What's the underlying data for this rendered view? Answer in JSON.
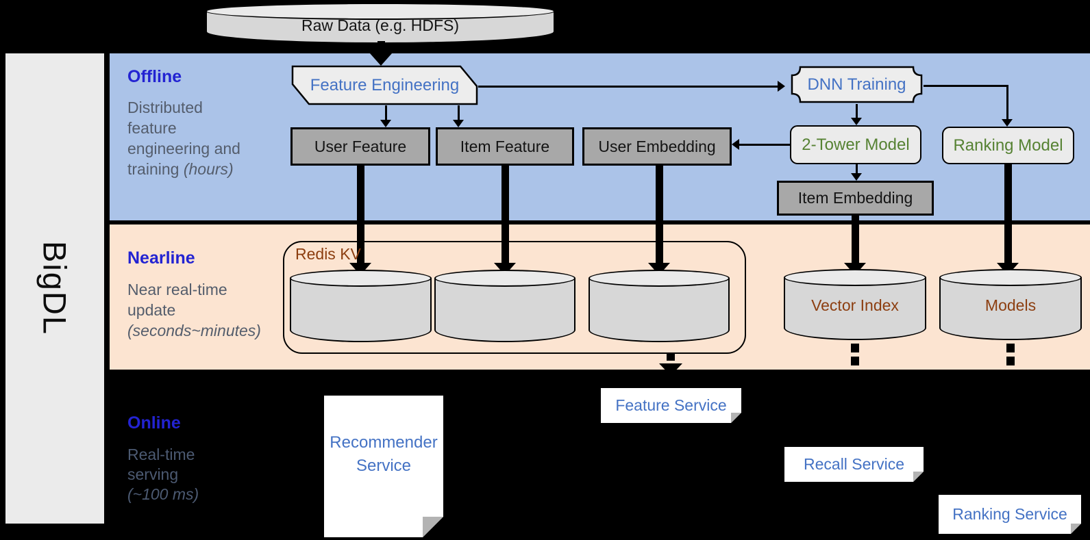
{
  "brand": {
    "label": "BigDL"
  },
  "raw_data": {
    "label": "Raw Data (e.g. HDFS)"
  },
  "bands": {
    "offline": {
      "title": "Offline",
      "desc": [
        "Distributed",
        "feature",
        "engineering and"
      ],
      "desc_tail": "training ",
      "desc_tail_italic": "(hours)"
    },
    "nearline": {
      "title": "Nearline",
      "desc": [
        "Near real-time",
        "update"
      ],
      "desc_italic": "(seconds~minutes)"
    },
    "online": {
      "title": "Online",
      "desc": [
        "Real-time",
        "serving"
      ],
      "desc_italic": "(~100 ms)"
    }
  },
  "offline_nodes": {
    "feature_engineering": "Feature Engineering",
    "dnn_training": "DNN Training",
    "user_feature": "User Feature",
    "item_feature": "Item Feature",
    "user_embedding": "User Embedding",
    "two_tower_model": "2-Tower Model",
    "ranking_model": "Ranking Model",
    "item_embedding": "Item Embedding"
  },
  "nearline_nodes": {
    "redis_kv": "Redis KV",
    "vector_index": "Vector Index",
    "models": "Models"
  },
  "online_nodes": {
    "recommender_service": "Recommender Service",
    "feature_service": "Feature Service",
    "recall_service": "Recall Service",
    "ranking_service": "Ranking Service"
  },
  "colors": {
    "offline_band": "#abc3e8",
    "nearline_band": "#fce4d1",
    "section_title_blue": "#2323d2",
    "node_text_blue": "#4472c4",
    "model_text_green": "#568233",
    "storage_text_brown": "#8c3e10",
    "gray_node_fill": "#a8a8a8",
    "light_node_fill": "#ebebeb",
    "cylinder_fill": "#d7d7d7"
  }
}
